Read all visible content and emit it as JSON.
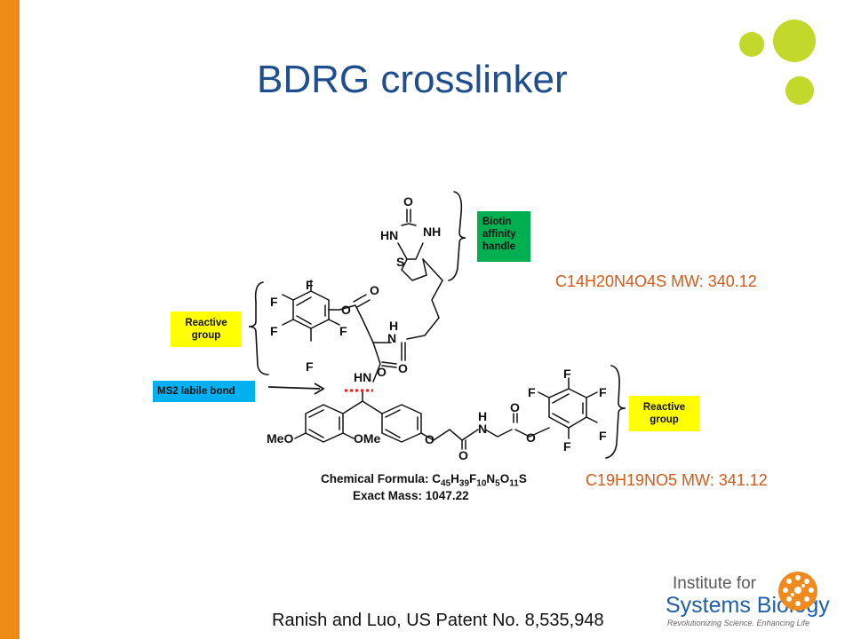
{
  "slide": {
    "title": "BDRG crosslinker",
    "citation": "Ranish and Luo,  US Patent No. 8,535,948"
  },
  "colors": {
    "orange": "#ee8a16",
    "title_blue": "#1f4e8c",
    "lime": "#c2d92c",
    "green_label": "#00b050",
    "yellow_label": "#ffff00",
    "cyan_label": "#00b0f0",
    "formula_orange": "#d45a18",
    "labile_red": "#e02020",
    "logo_blue": "#1f5fa8",
    "logo_orange": "#f08a1c"
  },
  "labels": {
    "biotin": "Biotin affinity handle",
    "reactive_top": "Reactive group",
    "ms2": "MS2 labile bond",
    "reactive_bottom": "Reactive group"
  },
  "fragments": {
    "biotin_formula": "C14H20N4O4S  MW:  340.12",
    "bottom_formula": "C19H19NO5   MW:  341.12"
  },
  "molecule": {
    "formula_prefix": "Chemical Formula: ",
    "formula_elements": [
      {
        "el": "C",
        "n": "45"
      },
      {
        "el": "H",
        "n": "39"
      },
      {
        "el": "F",
        "n": "10"
      },
      {
        "el": "N",
        "n": "5"
      },
      {
        "el": "O",
        "n": "11"
      },
      {
        "el": "S",
        "n": ""
      }
    ],
    "exact_mass_label": "Exact Mass: ",
    "exact_mass": "1047.22"
  },
  "atom_labels": {
    "O": "O",
    "HN": "HN",
    "NH": "NH",
    "S": "S",
    "F": "F",
    "H": "H",
    "N": "N",
    "MeO": "MeO",
    "OMe": "OMe"
  },
  "logo": {
    "line1": "Institute for",
    "line2": "Systems Biology",
    "tagline": "Revolutionizing Science. Enhancing Life"
  }
}
